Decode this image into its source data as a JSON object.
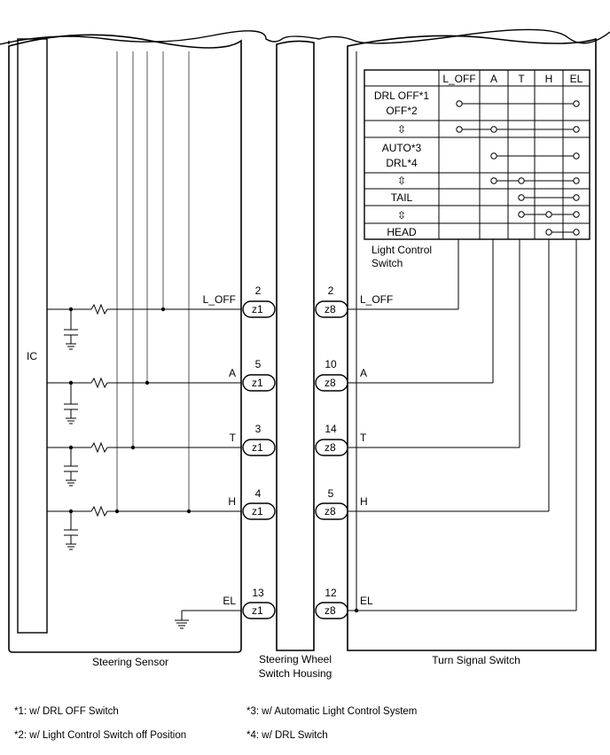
{
  "components": {
    "ic": "IC",
    "steering_sensor": "Steering Sensor",
    "steering_wheel_housing_line1": "Steering Wheel",
    "steering_wheel_housing_line2": "Switch Housing",
    "turn_signal_switch": "Turn Signal Switch",
    "light_control_switch_line1": "Light Control",
    "light_control_switch_line2": "Switch"
  },
  "connectors": {
    "left": "z1",
    "right": "z8"
  },
  "signals": [
    {
      "name": "L_OFF",
      "pin_z1": "2",
      "pin_z8": "2"
    },
    {
      "name": "A",
      "pin_z1": "5",
      "pin_z8": "10"
    },
    {
      "name": "T",
      "pin_z1": "3",
      "pin_z8": "14"
    },
    {
      "name": "H",
      "pin_z1": "4",
      "pin_z8": "5"
    },
    {
      "name": "EL",
      "pin_z1": "13",
      "pin_z8": "12"
    }
  ],
  "switch_table": {
    "columns": [
      "L_OFF",
      "A",
      "T",
      "H",
      "EL"
    ],
    "rows": [
      {
        "label_lines": [
          "DRL OFF*1",
          "OFF*2"
        ],
        "connected": [
          "L_OFF",
          "EL"
        ]
      },
      {
        "label_lines": [
          "⇳"
        ],
        "connected": [
          "L_OFF",
          "A",
          "EL"
        ]
      },
      {
        "label_lines": [
          "AUTO*3",
          "DRL*4"
        ],
        "connected": [
          "A",
          "EL"
        ]
      },
      {
        "label_lines": [
          "⇳"
        ],
        "connected": [
          "A",
          "T",
          "EL"
        ]
      },
      {
        "label_lines": [
          "TAIL"
        ],
        "connected": [
          "T",
          "EL"
        ]
      },
      {
        "label_lines": [
          "⇳"
        ],
        "connected": [
          "T",
          "H",
          "EL"
        ]
      },
      {
        "label_lines": [
          "HEAD"
        ],
        "connected": [
          "H",
          "EL"
        ]
      }
    ]
  },
  "footnotes": [
    "*1: w/ DRL OFF Switch",
    "*2: w/ Light Control Switch off Position",
    "*3: w/ Automatic Light Control System",
    "*4: w/ DRL Switch"
  ]
}
